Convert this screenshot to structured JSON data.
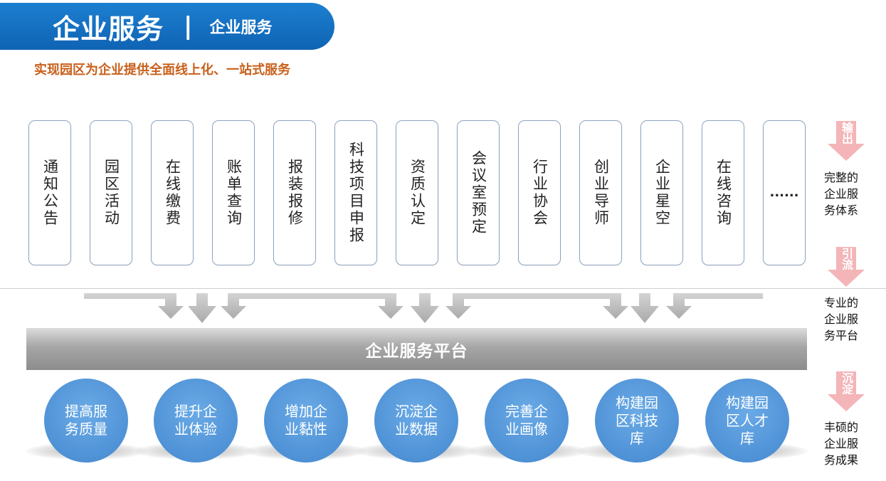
{
  "header": {
    "title": "企业服务",
    "separator": "|",
    "subtitle_right": "企业服务",
    "tagline": "实现园区为企业提供全面线上化、一站式服务"
  },
  "services": [
    "通知公告",
    "园区活动",
    "在线缴费",
    "账单查询",
    "报装报修",
    "科技项目申报",
    "资质认定",
    "会议室预定",
    "行业协会",
    "创业导师",
    "企业星空",
    "在线咨询",
    "......"
  ],
  "platform": {
    "label": "企业服务平台"
  },
  "results": [
    "提高服\n务质量",
    "提升企\n业体验",
    "增加企\n业黏性",
    "沉淀企\n业数据",
    "完善企\n业画像",
    "构建园\n区科技\n库",
    "构建园\n区人才\n库"
  ],
  "side": {
    "output": {
      "tag": "输出",
      "text": "完整的\n企业服\n务体系"
    },
    "attract": {
      "tag": "引流",
      "text": "专业的\n企业服\n务平台"
    },
    "deposit": {
      "tag": "沉淀",
      "text": "丰硕的\n企业服\n务成果"
    }
  },
  "colors": {
    "banner": "#0f63b4",
    "tagline": "#c8601a",
    "card_border": "#8fa4bf",
    "platform": "#a6a6a6",
    "circle": "#4f92d6",
    "side_arrow": "#f3b5b8",
    "flow_arrow": "#bdbdbd"
  }
}
